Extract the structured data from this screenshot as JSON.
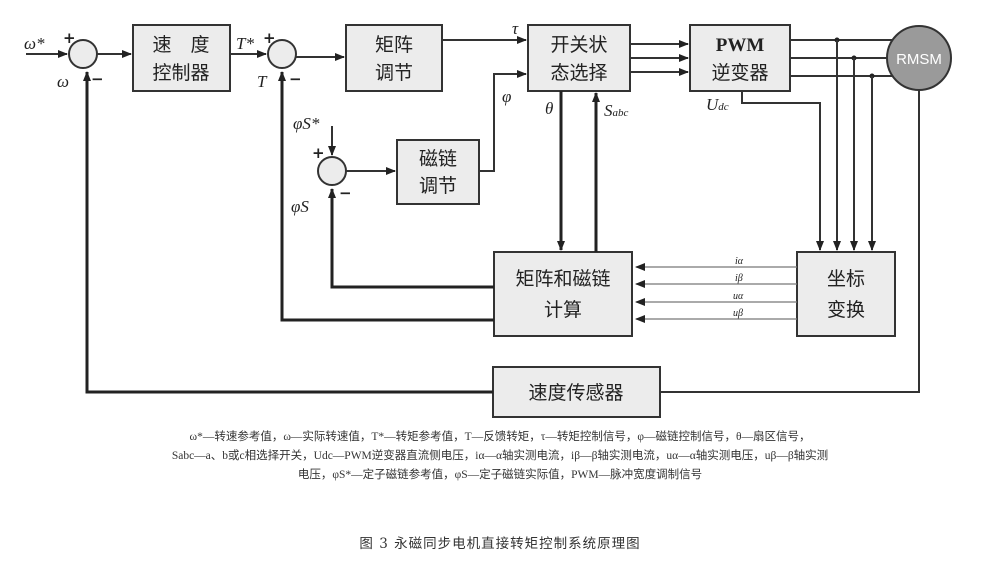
{
  "blocks": {
    "speed_ctrl": [
      "速　度",
      "控制器"
    ],
    "torque_reg": [
      "矩阵",
      "调节"
    ],
    "switch_sel": [
      "开关状",
      "态选择"
    ],
    "pwm": [
      "PWM",
      "逆变器"
    ],
    "motor": "RMSM",
    "flux_reg": [
      "磁链",
      "调节"
    ],
    "calc": [
      "矩阵和磁链",
      "计算"
    ],
    "coord": [
      "坐标",
      "变换"
    ],
    "sensor": "速度传感器"
  },
  "signals": {
    "omega_ref": "ω*",
    "omega": "ω",
    "torque_ref": "T*",
    "torque": "T",
    "tau": "τ",
    "phi": "φ",
    "theta": "θ",
    "s": "S",
    "s_sub": "abc",
    "u": "U",
    "u_sub": "dc",
    "flux_ref": "φS*",
    "flux": "φS",
    "ialpha": "iα",
    "ibeta": "iβ",
    "ualpha": "uα",
    "ubeta": "uβ"
  },
  "signs": {
    "plus": "+",
    "minus": "−"
  },
  "legend": [
    "ω*—转速参考值，ω—实际转速值，T*—转矩参考值，T—反馈转矩，τ—转矩控制信号，φ—磁链控制信号，θ—扇区信号，",
    "Sabc—a、b或c相选择开关，Udc—PWM逆变器直流侧电压，iα—α轴实测电流，iβ—β轴实测电流，uα—α轴实测电压，uβ—β轴实测",
    "电压，φS*—定子磁链参考值，φS—定子磁链实际值，PWM—脉冲宽度调制信号"
  ],
  "caption": "图 3  永磁同步电机直接转矩控制系统原理图"
}
